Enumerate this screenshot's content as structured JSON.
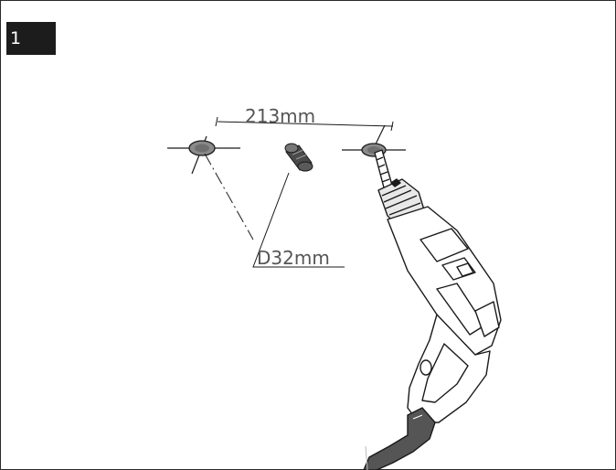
{
  "step": {
    "number": "1"
  },
  "dimensions": {
    "spacing_label": "213mm",
    "diameter_label": "D32mm"
  },
  "colors": {
    "line": "#1a1a1a",
    "dim_text": "#555555",
    "badge_bg": "#1c1c1c",
    "hole_fill": "#8a8a8a",
    "cord_fill": "#555555"
  },
  "icons": {
    "drill": "power-drill-icon",
    "anchor": "wall-plug-icon",
    "hole": "drill-hole-icon"
  }
}
